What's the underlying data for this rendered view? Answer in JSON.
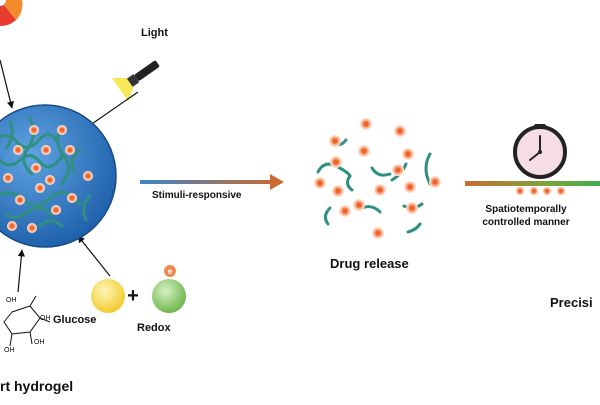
{
  "labels": {
    "light": "Light",
    "stimuli": "Stimuli-responsive",
    "spatio_line1": "Spatiotemporally",
    "spatio_line2": "controlled manner",
    "drug_release": "Drug release",
    "precision": "Precisi",
    "glucose": "Glucose",
    "redox": "Redox",
    "hydrogel": "rt hydrogel",
    "electron": "e",
    "plus": "+",
    "oh": "OH"
  },
  "colors": {
    "sphere": "#2f78c0",
    "chain": "#2f8f80",
    "drug_core": "#f0642a",
    "drug_halo": "#f4b596",
    "bar_start": "#3a87c8",
    "bar_end": "#c96b33",
    "clock_face": "#f6dde3",
    "clock_rim": "#222222",
    "redox_yellow": "#f6d63a",
    "redox_green": "#7fc25b"
  },
  "icons": [
    "color-wheel-icon",
    "flashlight-icon",
    "clock-icon",
    "glucose-structure-icon"
  ]
}
